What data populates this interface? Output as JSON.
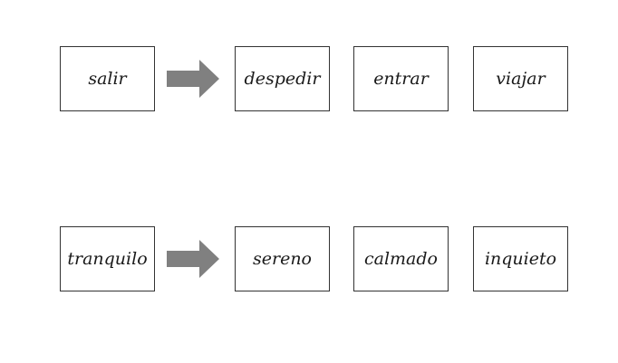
{
  "rows": [
    {
      "source": "salir",
      "options": [
        "despedir",
        "entrar",
        "viajar"
      ]
    },
    {
      "source": "tranquilo",
      "options": [
        "sereno",
        "calmado",
        "inquieto"
      ]
    }
  ],
  "colors": {
    "arrow": "#808080",
    "border": "#333333",
    "text": "#1a1a1a"
  },
  "icons": {
    "arrow": "right-arrow-icon"
  }
}
